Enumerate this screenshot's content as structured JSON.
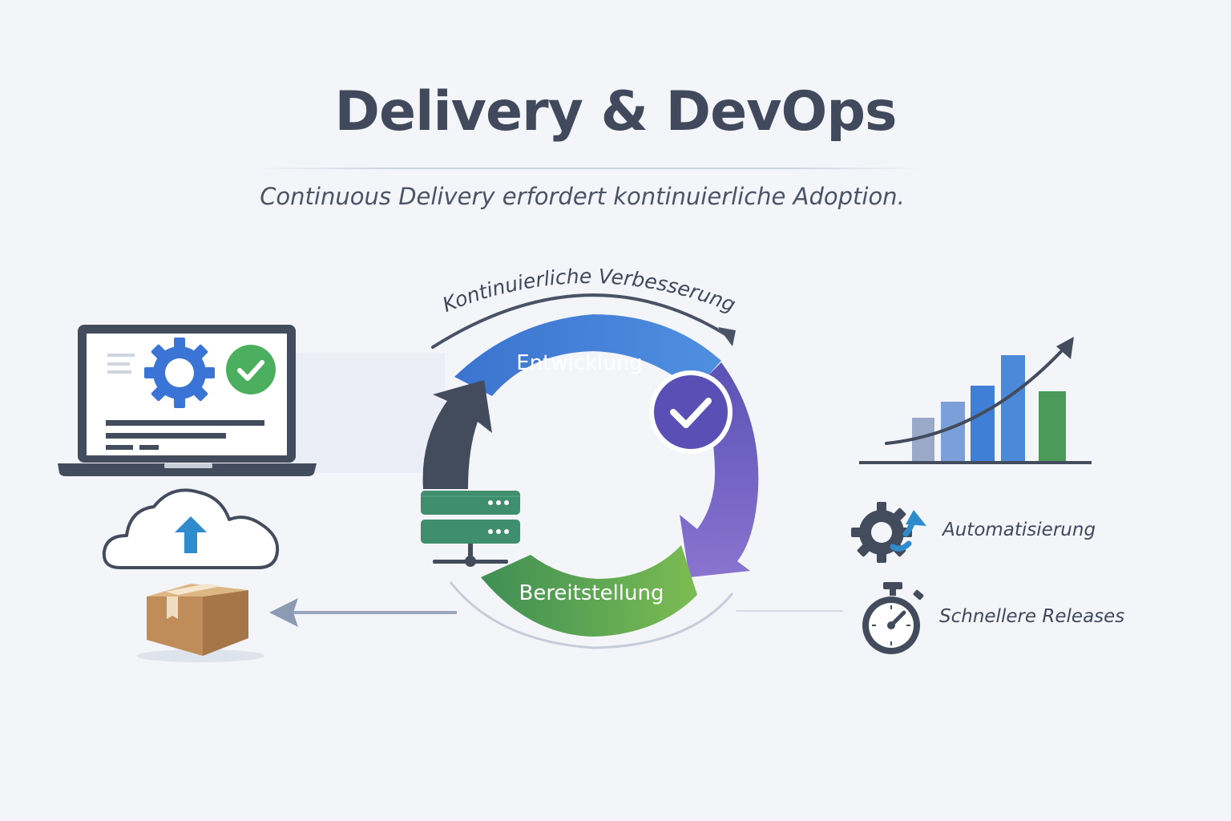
{
  "header": {
    "title": "Delivery & DevOps",
    "subtitle": "Continuous Delivery erfordert kontinuierliche Adoption."
  },
  "cycle": {
    "arc_label": "Kontinuierliche Verbesserung",
    "stage_top": "Entwicklung",
    "stage_bottom": "Bereitstellung"
  },
  "benefits": [
    {
      "label": "Automatisierung",
      "icon": "gear-refresh-icon"
    },
    {
      "label": "Schnellere Releases",
      "icon": "stopwatch-icon"
    }
  ],
  "colors": {
    "blue": "#3f7fd6",
    "purple": "#6b5cc2",
    "green": "#56a34f",
    "dark": "#434c5c",
    "check_green": "#4caf5f",
    "box": "#c89a62"
  }
}
